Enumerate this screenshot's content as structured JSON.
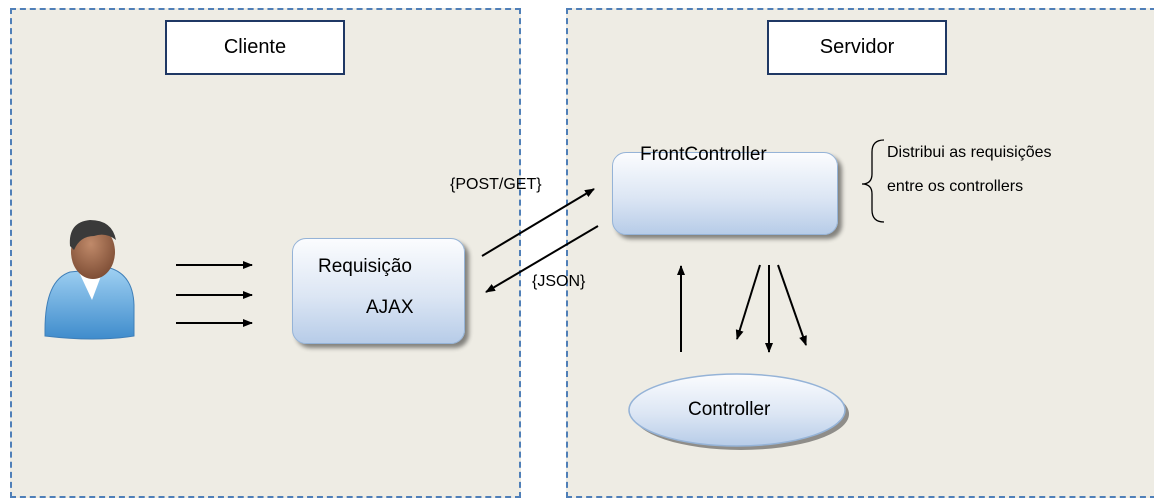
{
  "client": {
    "title": "Cliente"
  },
  "server": {
    "title": "Servidor"
  },
  "ajax": {
    "line1": "Requisição",
    "line2": "AJAX"
  },
  "front_controller": {
    "label": "FrontController"
  },
  "note": {
    "line1": "Distribui as requisições",
    "line2": "entre os controllers"
  },
  "controller": {
    "label": "Controller"
  },
  "edges": {
    "request": "{POST/GET}",
    "response": "{JSON}"
  },
  "colors": {
    "panel_fill": "#eeece4",
    "panel_border": "#4f7fb8",
    "title_border": "#1f3864",
    "node_border": "#95b3d7"
  },
  "icons": {
    "user": "user-icon"
  }
}
